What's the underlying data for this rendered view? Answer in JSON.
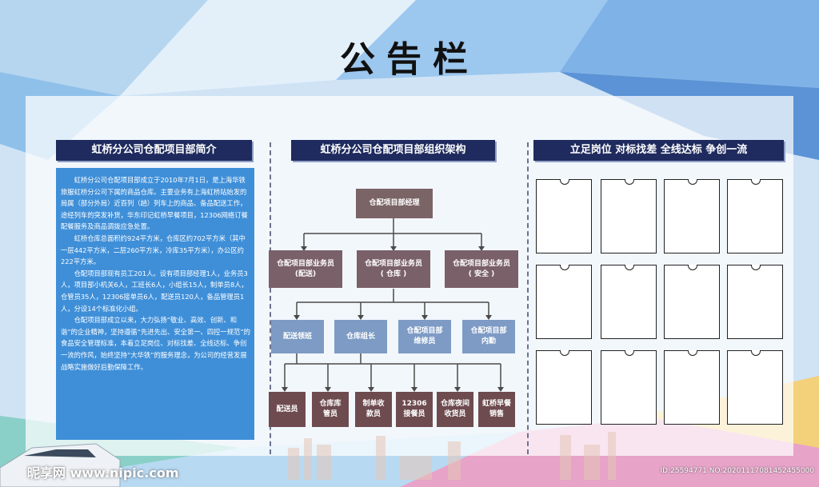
{
  "title": "公告栏",
  "sections": {
    "intro_heading": "虹桥分公司仓配项目部简介",
    "org_heading": "虹桥分公司仓配项目部组织架构",
    "slogan_heading": "立足岗位 对标找差 全线达标 争创一流"
  },
  "intro_paragraphs": [
    "虹桥分公司仓配项目部成立于2010年7月1日，是上海华铁旅服虹桥分公司下属的商品仓库。主要业务有上海虹桥站始发的局属（部分外局）近百列（趟）列车上的商品、备品配送工作，途经列车的突发补货，华东印记虹桥早餐项目，12306网络订餐配餐服务及商品调拨应急处置。",
    "虹桥仓库总面积约924平方米，仓库区约702平方米（其中一层442平方米，二层260平方米，冷库35平方米），办公区约222平方米。",
    "仓配项目部现有员工201人。设有项目部经理1人，业务员3人，项目部小机关6人，工班长6人，小组长15人，制单员8人，仓管员35人，12306接单员6人，配送员120人，备品管理员1人，分设14个标准化小组。",
    "仓配项目部成立以来，大力弘扬“敬业、高效、创新、和谐”的企业精神，坚持遵循“先进先出、安全第一、四控一规范”的食品安全管理标准，本着立足岗位、对标找差、全线达标、争创一流的作风，始终坚持“大华铁”的服务理念，为公司的经营发展战略实施做好后勤保障工作。"
  ],
  "org": {
    "root": "仓配项目部经理",
    "level2": [
      "仓配项目部业务员\n(配送)",
      "仓配项目部业务员\n( 仓库 )",
      "仓配项目部业务员\n( 安全 )"
    ],
    "level3": [
      "配送领班",
      "仓库组长",
      "仓配项目部\n维修员",
      "仓配项目部\n内勤"
    ],
    "level4": [
      "配送员",
      "仓库库\n管员",
      "制单收\n款员",
      "12306\n接餐员",
      "仓库夜间\n收货员",
      "虹桥早餐\n销售"
    ]
  },
  "watermark": {
    "logo_text": "昵享网 www.nipic.com",
    "image_id": "ID:25594771 NO:20201117081452455000"
  },
  "colors": {
    "heading_bg": "#1f2b5e",
    "intro_bg": "#3f8fd8",
    "org_top": "#7b6466",
    "org_mid": "#7d9bc4",
    "org_bottom": "#6e4b4f"
  }
}
